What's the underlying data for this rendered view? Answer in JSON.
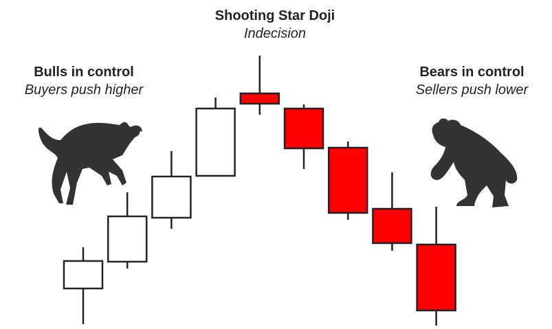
{
  "labels": {
    "doji": {
      "title": "Shooting Star Doji",
      "subtitle": "Indecision"
    },
    "bulls": {
      "title": "Bulls in control",
      "subtitle": "Buyers push higher"
    },
    "bears": {
      "title": "Bears in control",
      "subtitle": "Sellers push lower"
    }
  },
  "icons": {
    "bull": "bull-icon",
    "bear": "bear-icon"
  },
  "colors": {
    "bullish_body": "#ffffff",
    "bearish_body": "#ff0000",
    "outline": "#222222",
    "animal": "#333333"
  },
  "candles": [
    {
      "kind": "bullish",
      "open": 58,
      "close": 98,
      "high": 118,
      "low": 6
    },
    {
      "kind": "bullish",
      "open": 97,
      "close": 163,
      "high": 198,
      "low": 87
    },
    {
      "kind": "bullish",
      "open": 161,
      "close": 221,
      "high": 258,
      "low": 145
    },
    {
      "kind": "bullish",
      "open": 222,
      "close": 320,
      "high": 336,
      "low": 222
    },
    {
      "kind": "doji",
      "open": 342,
      "close": 327,
      "high": 397,
      "low": 311
    },
    {
      "kind": "bearish",
      "open": 320,
      "close": 262,
      "high": 326,
      "low": 232
    },
    {
      "kind": "bearish",
      "open": 263,
      "close": 168,
      "high": 272,
      "low": 158
    },
    {
      "kind": "bearish",
      "open": 174,
      "close": 124,
      "high": 227,
      "low": 113
    },
    {
      "kind": "bearish",
      "open": 122,
      "close": 26,
      "high": 177,
      "low": 4
    }
  ]
}
